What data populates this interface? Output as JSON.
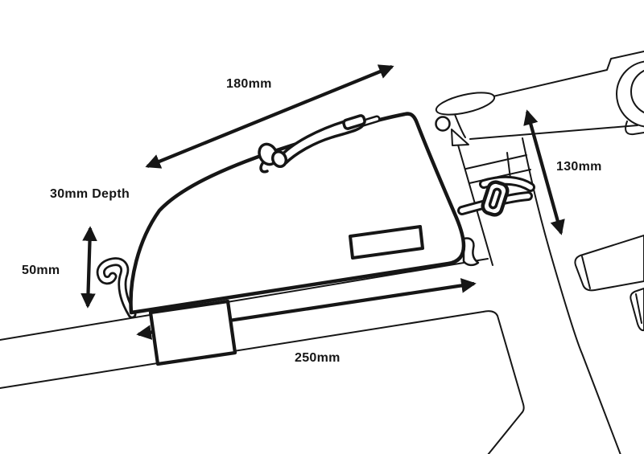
{
  "canvas": {
    "background": "#ffffff",
    "line_color": "#161616"
  },
  "labels": {
    "top_length": "180mm",
    "depth": "30mm Depth",
    "side_height": "50mm",
    "bottom_length": "250mm",
    "front_height": "130mm"
  }
}
